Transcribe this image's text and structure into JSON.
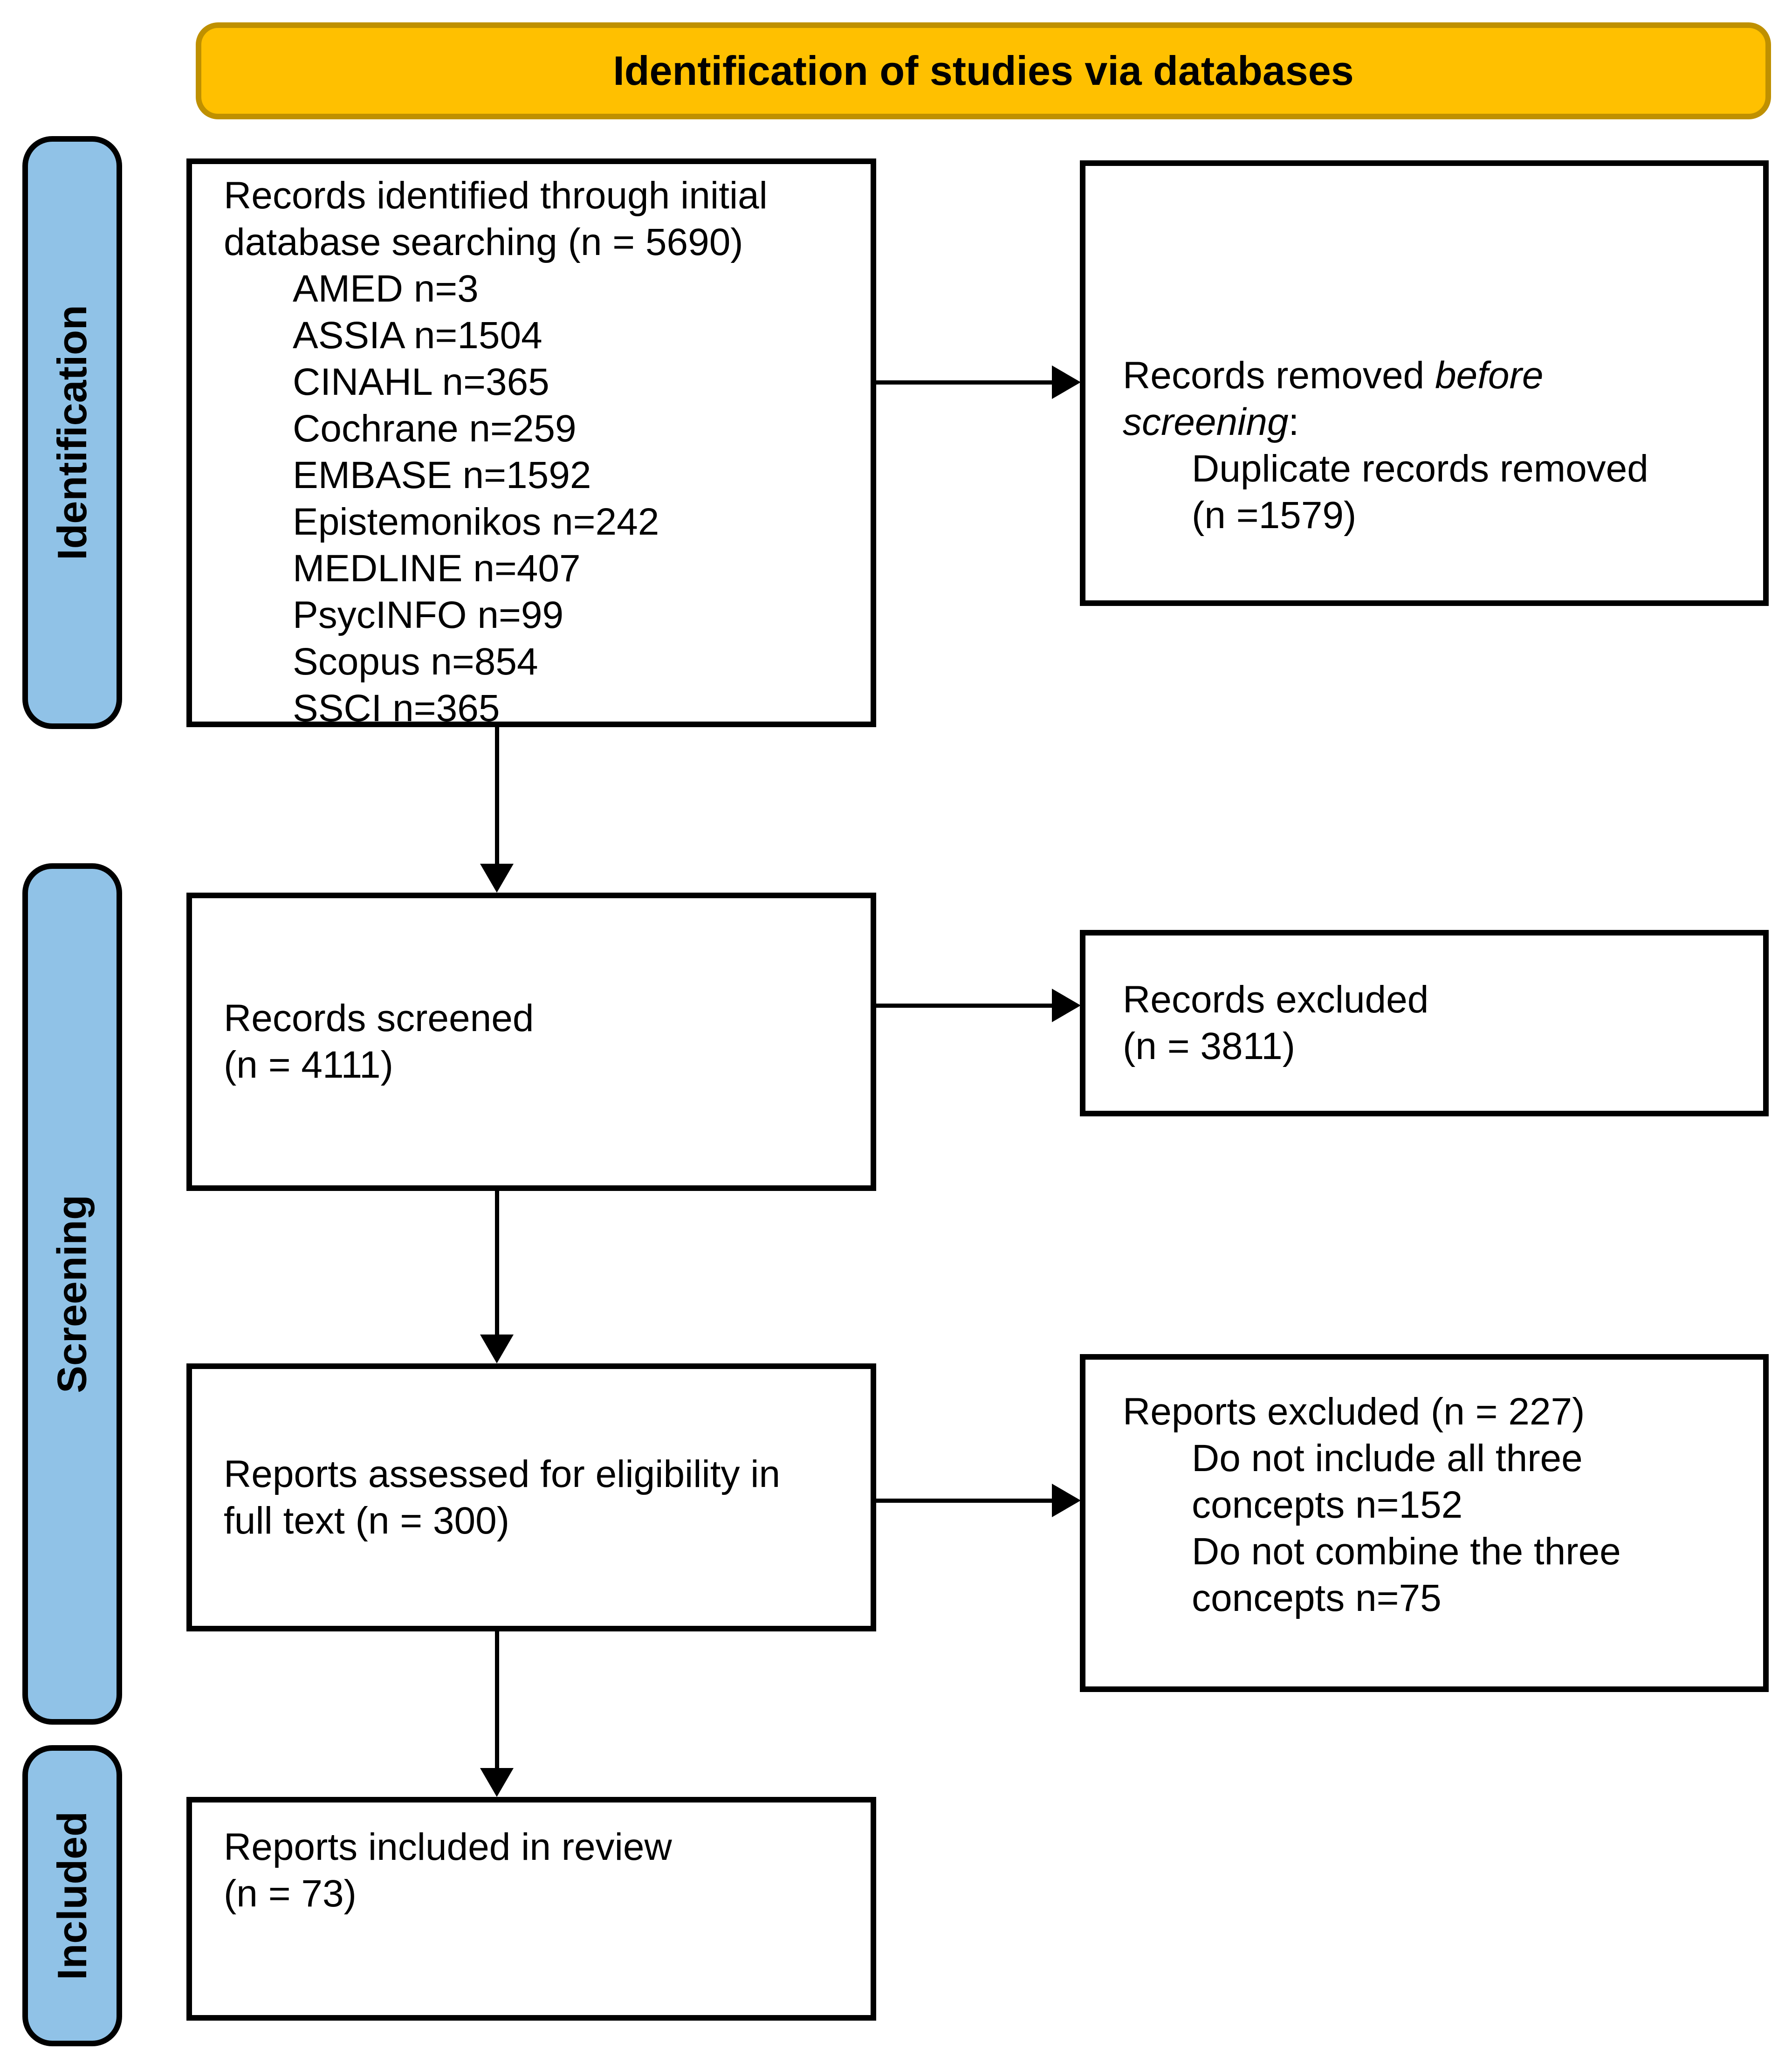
{
  "title": "Identification of studies via databases",
  "colors": {
    "banner_fill": "#FFC000",
    "banner_border": "#BF9000",
    "stage_fill": "#90C2E7",
    "box_border": "#000000",
    "text": "#000000"
  },
  "stages": [
    {
      "label": "Identification"
    },
    {
      "label": "Screening"
    },
    {
      "label": "Included"
    }
  ],
  "boxes": {
    "identified": {
      "lines": [
        "Records identified through initial",
        "database searching (n = 5690)",
        ">AMED n=3",
        ">ASSIA n=1504",
        ">CINAHL n=365",
        ">Cochrane n=259",
        ">EMBASE n=1592",
        ">Epistemonikos n=242",
        ">MEDLINE n=407",
        ">PsycINFO n=99",
        ">Scopus n=854",
        ">SSCI n=365"
      ]
    },
    "removed": {
      "lines": [
        "Records removed *before*",
        "*screening*:",
        ">Duplicate records removed",
        ">(n =1579)"
      ]
    },
    "screened": {
      "lines": [
        "Records screened",
        "(n = 4111)"
      ]
    },
    "excluded": {
      "lines": [
        "Records excluded",
        "(n = 3811)"
      ]
    },
    "assessed": {
      "lines": [
        "Reports assessed for eligibility in",
        "full text (n = 300)"
      ]
    },
    "reports_excluded": {
      "lines": [
        "Reports excluded (n = 227)",
        ">Do not include all three",
        ">concepts n=152",
        ">Do not combine the three",
        ">concepts n=75"
      ]
    },
    "included": {
      "lines": [
        "Reports included in review",
        "(n = 73)"
      ]
    }
  }
}
